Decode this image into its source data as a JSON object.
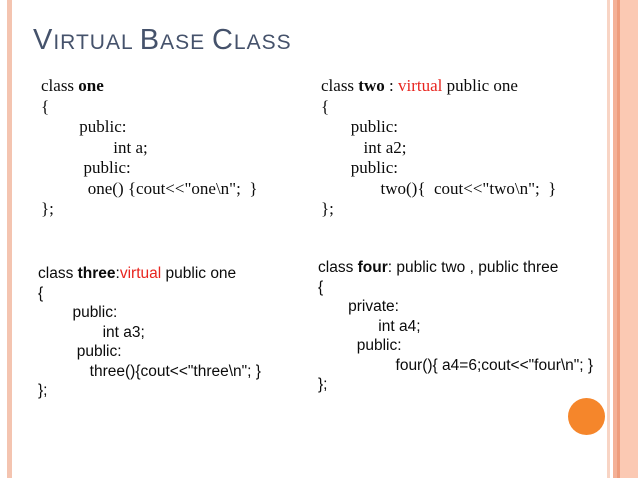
{
  "slide": {
    "title": "Virtual Base Class",
    "colors": {
      "title_text": "#45526B",
      "code_text": "#0b0b0b",
      "keyword_red": "#E8251F",
      "circle_orange": "#F5862B",
      "stripe_left": "#F4C4B0",
      "stripe_right_1": "#F8D4C4",
      "stripe_right_2": "#F4B197",
      "stripe_right_3": "#EE9D7D",
      "stripe_right_4": "#FBC9B3"
    }
  },
  "code_blocks": [
    {
      "name": "class-one",
      "font": "serif",
      "lines": [
        [
          {
            "t": "class "
          },
          {
            "t": "one",
            "bold": true
          }
        ],
        [
          {
            "t": "{"
          }
        ],
        [
          {
            "t": "         public:"
          }
        ],
        [
          {
            "t": "                 int a;"
          }
        ],
        [
          {
            "t": "          public:"
          }
        ],
        [
          {
            "t": "           one() {cout<<\"one\\n\";  }"
          }
        ],
        [
          {
            "t": "};"
          }
        ]
      ]
    },
    {
      "name": "class-two",
      "font": "serif",
      "lines": [
        [
          {
            "t": "class "
          },
          {
            "t": "two",
            "bold": true
          },
          {
            "t": " : "
          },
          {
            "t": "virtual",
            "red": true
          },
          {
            "t": " public one"
          }
        ],
        [
          {
            "t": "{"
          }
        ],
        [
          {
            "t": "       public:"
          }
        ],
        [
          {
            "t": "          int a2;"
          }
        ],
        [
          {
            "t": "       public:"
          }
        ],
        [
          {
            "t": "              two(){  cout<<\"two\\n\";  }"
          }
        ],
        [
          {
            "t": "};"
          }
        ]
      ]
    },
    {
      "name": "class-three",
      "font": "sans",
      "lines": [
        [
          {
            "t": "class "
          },
          {
            "t": "three",
            "bold": true
          },
          {
            "t": ":"
          },
          {
            "t": "virtual",
            "red": true
          },
          {
            "t": " public one"
          }
        ],
        [
          {
            "t": "{"
          }
        ],
        [
          {
            "t": "        public:"
          }
        ],
        [
          {
            "t": "               int a3;"
          }
        ],
        [
          {
            "t": "         public:"
          }
        ],
        [
          {
            "t": "            three(){cout<<\"three\\n\"; }"
          }
        ],
        [
          {
            "t": "};"
          }
        ]
      ]
    },
    {
      "name": "class-four",
      "font": "sans",
      "lines": [
        [
          {
            "t": "class "
          },
          {
            "t": "four",
            "bold": true
          },
          {
            "t": ": public two , public three"
          }
        ],
        [
          {
            "t": "{"
          }
        ],
        [
          {
            "t": "       private:"
          }
        ],
        [
          {
            "t": "              int a4;"
          }
        ],
        [
          {
            "t": "         public:"
          }
        ],
        [
          {
            "t": "                  four(){ a4=6;cout<<\"four\\n\"; }"
          }
        ],
        [
          {
            "t": "};"
          }
        ]
      ]
    }
  ]
}
